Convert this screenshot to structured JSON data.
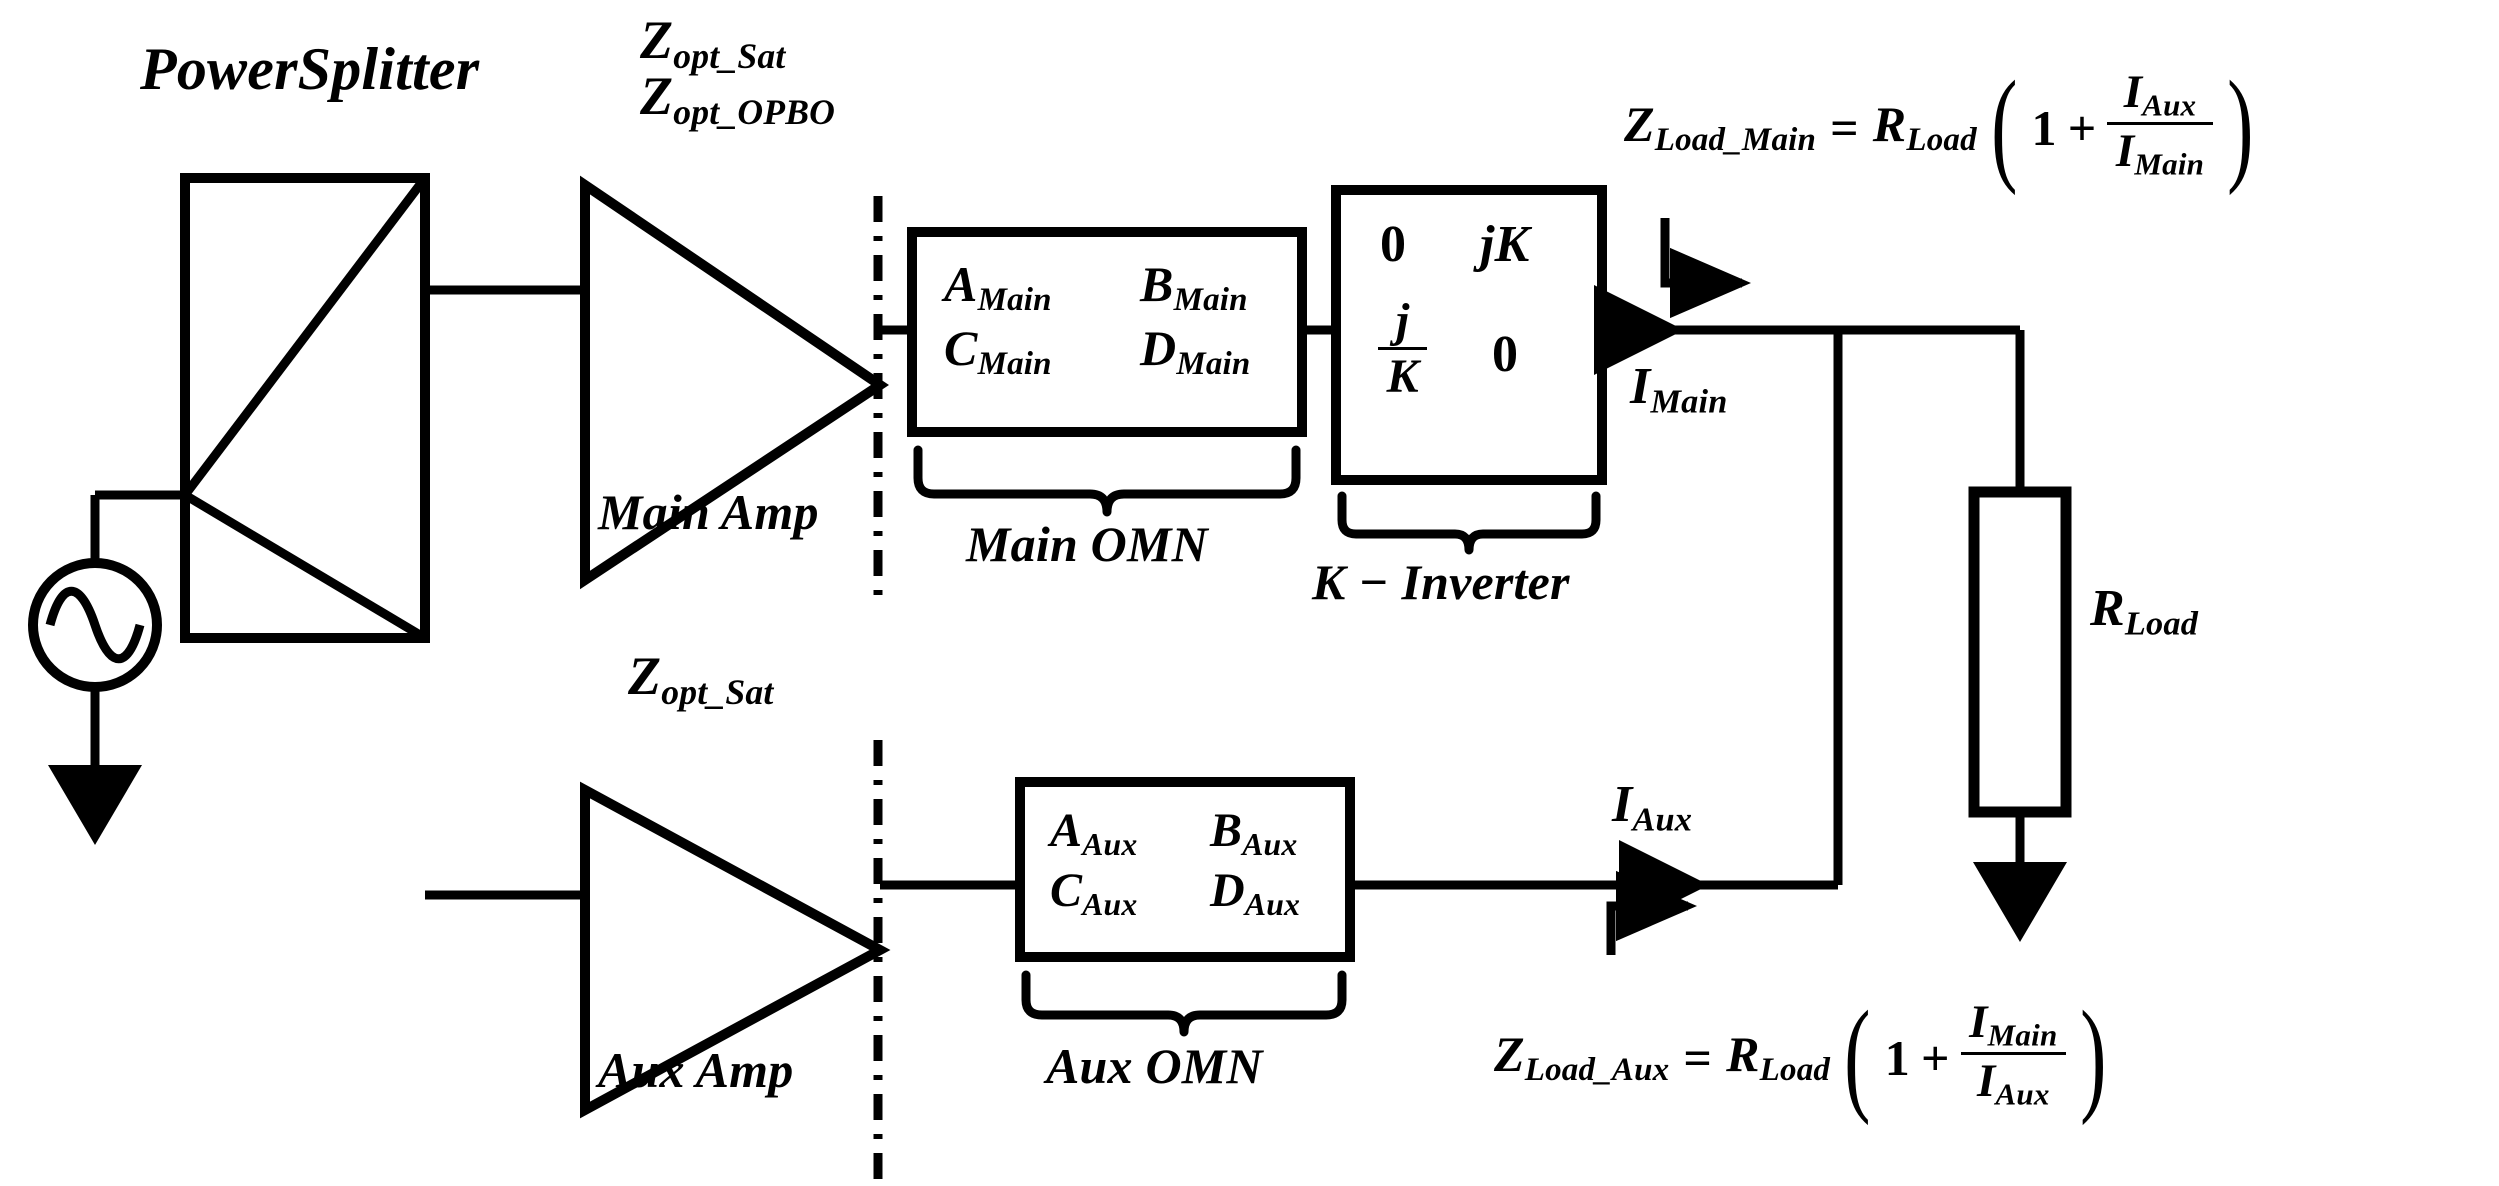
{
  "diagram": {
    "title": "Doherty Power Amplifier Block Diagram",
    "ink_color": "#000000",
    "background": "#ffffff"
  },
  "labels": {
    "power_splitter": "PowerSplitter",
    "z_opt_sat_main": "Z",
    "z_opt_sat_main_sub": "opt_Sat",
    "z_opt_opbo": "Z",
    "z_opt_opbo_sub": "opt_OPBO",
    "z_opt_sat_aux": "Z",
    "z_opt_sat_aux_sub": "opt_Sat",
    "main_amp": "Main Amp",
    "aux_amp": "Aux Amp",
    "main_omn": "Main OMN",
    "aux_omn": "Aux OMN",
    "k_inverter": "K − Inverter",
    "r_load": "R",
    "r_load_sub": "Load",
    "i_main": "I",
    "i_main_sub": "Main",
    "i_aux": "I",
    "i_aux_sub": "Aux"
  },
  "main_omn_matrix": {
    "r0c0": "A",
    "r0c0_sub": "Main",
    "r0c1": "B",
    "r0c1_sub": "Main",
    "r1c0": "C",
    "r1c0_sub": "Main",
    "r1c1": "D",
    "r1c1_sub": "Main"
  },
  "aux_omn_matrix": {
    "r0c0": "A",
    "r0c0_sub": "Aux",
    "r0c1": "B",
    "r0c1_sub": "Aux",
    "r1c0": "C",
    "r1c0_sub": "Aux",
    "r1c1": "D",
    "r1c1_sub": "Aux"
  },
  "k_inverter_matrix": {
    "r0c0": "0",
    "r0c1": "jK",
    "r1c0_num": "j",
    "r1c0_den": "K",
    "r1c1": "0"
  },
  "equations": {
    "z_load_main": {
      "lhs": "Z",
      "lhs_sub": "Load_Main",
      "eq": "=",
      "coef": "R",
      "coef_sub": "Load",
      "open": "(",
      "one": "1",
      "plus": "+",
      "num": "I",
      "num_sub": "Aux",
      "den": "I",
      "den_sub": "Main",
      "close": ")"
    },
    "z_load_aux": {
      "lhs": "Z",
      "lhs_sub": "Load_Aux",
      "eq": "=",
      "coef": "R",
      "coef_sub": "Load",
      "open": "(",
      "one": "1",
      "plus": "+",
      "num": "I",
      "num_sub": "Main",
      "den": "I",
      "den_sub": "Aux",
      "close": ")"
    }
  },
  "components": {
    "ac_source": "ac-source",
    "ground_source": "ground-arrow",
    "ground_load": "ground-arrow",
    "reference_plane": "dash-dot-vertical-line"
  }
}
